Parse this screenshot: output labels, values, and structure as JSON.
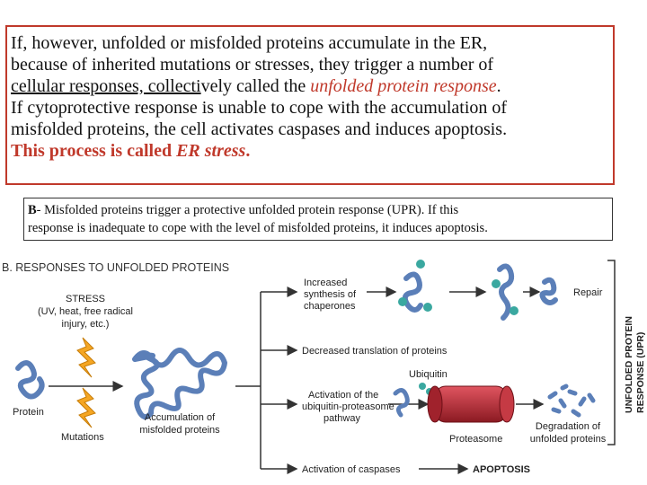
{
  "main_text": {
    "p1": "If, however, unfolded or misfolded proteins accumulate in the ER,",
    "p2": "because of inherited mutations or stresses, they trigger a number of",
    "p3a": "cellular responses, collecti",
    "p3b": "vely called the ",
    "p3c": "unfolded protein response",
    "p3d": ".",
    "p4": "If cytoprotective response is unable to cope with the accumulation of",
    "p5": "misfolded proteins, the cell activates caspases and induces apoptosis.",
    "p6a": "This process is called ",
    "p6b": "ER stress",
    "p6c": "."
  },
  "caption": {
    "b": "B",
    "l1": "- Misfolded proteins trigger a protective unfolded protein response (UPR). If this",
    "l2": "response is inadequate to cope with the level of misfolded proteins, it induces apoptosis."
  },
  "figure": {
    "title": "B.  RESPONSES TO UNFOLDED PROTEINS",
    "stress": "STRESS",
    "stress_l1": "(UV, heat, free radical",
    "stress_l2": "injury, etc.)",
    "protein": "Protein",
    "mutations": "Mutations",
    "accum1": "Accumulation of",
    "accum2": "misfolded proteins",
    "inc1": "Increased",
    "inc2": "synthesis of",
    "inc3": "chaperones",
    "repair": "Repair",
    "dec": "Decreased translation of proteins",
    "ubiquitin": "Ubiquitin",
    "act1": "Activation of the",
    "act2": "ubiquitin-proteasome",
    "act3": "pathway",
    "proteasome": "Proteasome",
    "deg1": "Degradation of",
    "deg2": "unfolded proteins",
    "caspases": "Activation of caspases",
    "apoptosis": "APOPTOSIS",
    "upr1": "UNFOLDED PROTEIN",
    "upr2": "RESPONSE (UPR)"
  }
}
